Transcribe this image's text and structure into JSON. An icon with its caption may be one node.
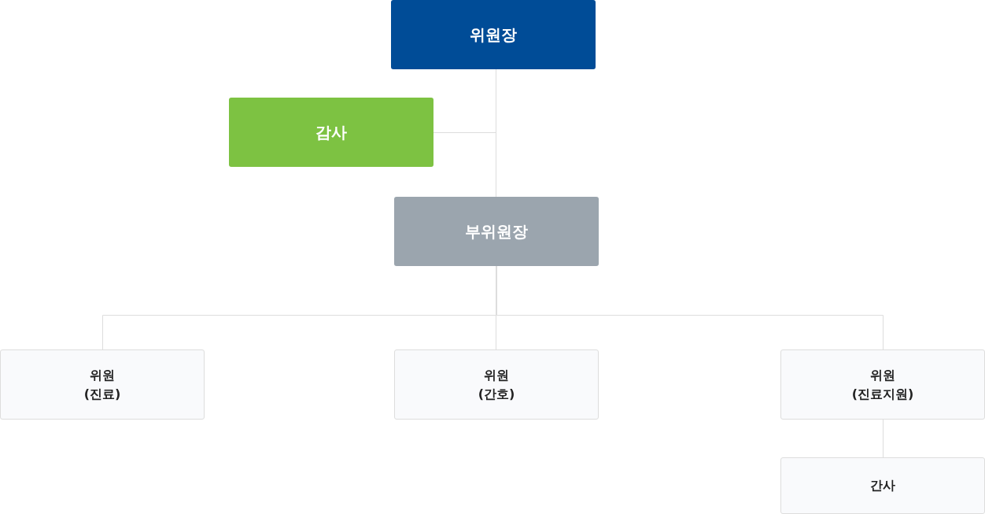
{
  "diagram": {
    "nodes": [
      {
        "text": [
          "위원장"
        ]
      },
      {
        "text": [
          "감사"
        ]
      },
      {
        "text": [
          "부위원장"
        ]
      },
      {
        "text": [
          "위원 (진료)"
        ]
      },
      {
        "text": [
          "위원 (간호)"
        ]
      },
      {
        "text": [
          "위원 (진료지원)"
        ]
      },
      {
        "text": [
          "간사"
        ]
      }
    ],
    "edges": [
      {
        "from": 0,
        "to": 2,
        "arrow": "none"
      },
      {
        "from": 1,
        "to": 0,
        "arrow": "none"
      },
      {
        "from": 2,
        "to": 3,
        "arrow": "none"
      },
      {
        "from": 2,
        "to": 4,
        "arrow": "none"
      },
      {
        "from": 2,
        "to": 5,
        "arrow": "none"
      },
      {
        "from": 5,
        "to": 6,
        "arrow": "none"
      }
    ]
  }
}
